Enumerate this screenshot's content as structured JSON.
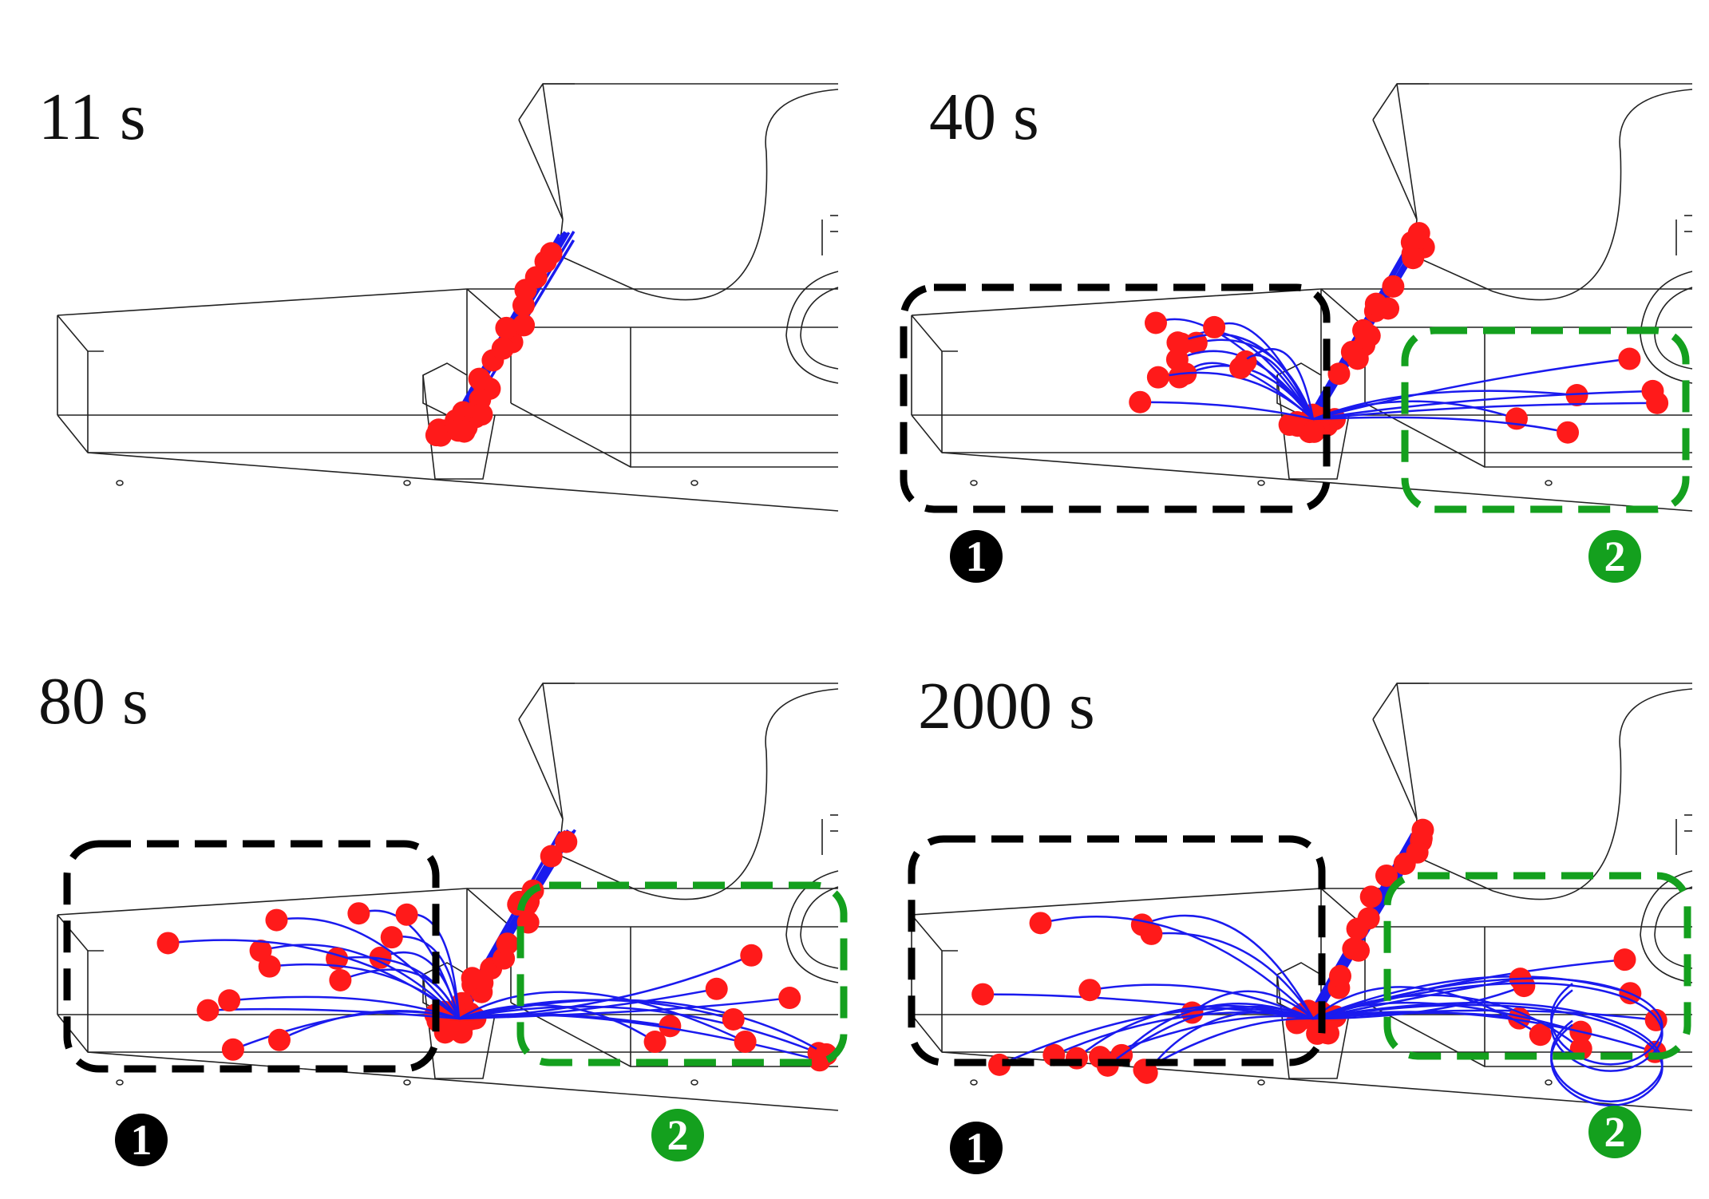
{
  "panels": [
    {
      "time": "11 s",
      "regions": []
    },
    {
      "time": "40 s",
      "regions": [
        {
          "badge": "1",
          "color": "#000000"
        },
        {
          "badge": "2",
          "color": "#14a01e"
        }
      ]
    },
    {
      "time": "80 s",
      "regions": [
        {
          "badge": "1",
          "color": "#000000"
        },
        {
          "badge": "2",
          "color": "#14a01e"
        }
      ]
    },
    {
      "time": "2000 s",
      "regions": [
        {
          "badge": "1",
          "color": "#000000"
        },
        {
          "badge": "2",
          "color": "#14a01e"
        }
      ]
    }
  ],
  "colors": {
    "trajectory": "#1a1aee",
    "particle": "#ff1a1a",
    "geometry": "#222222"
  }
}
